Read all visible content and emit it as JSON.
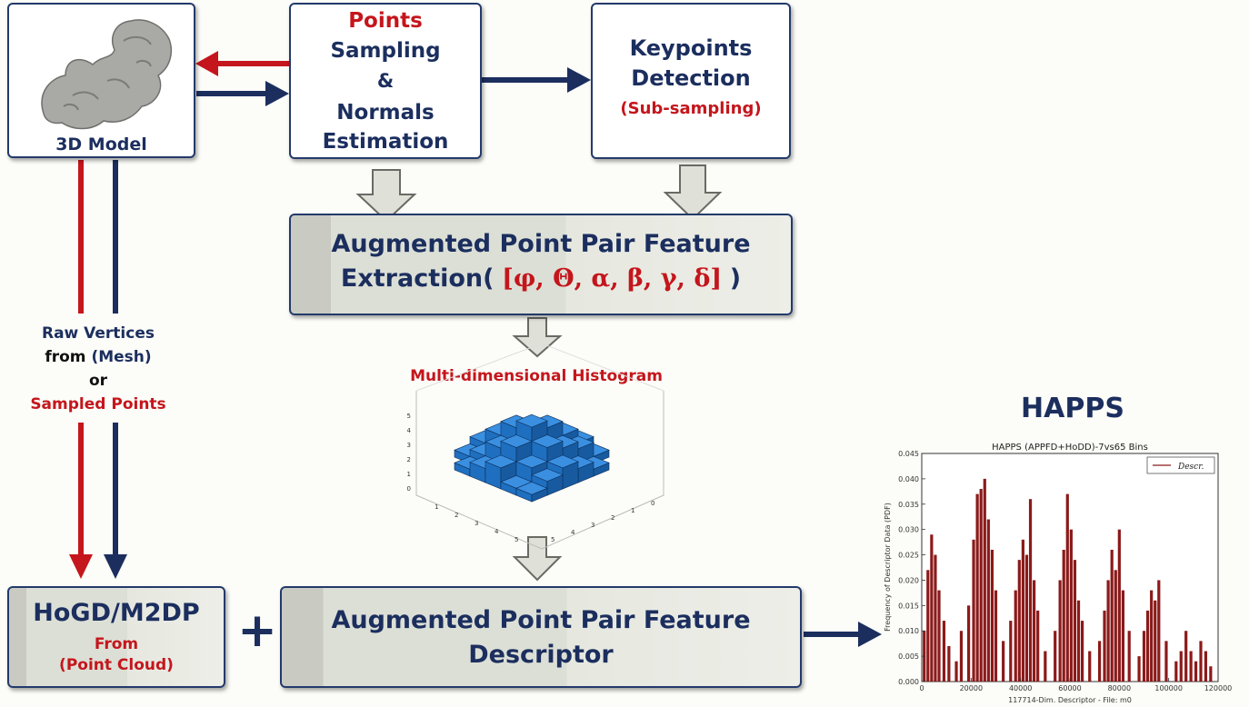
{
  "boxes": {
    "model": {
      "label": "3D Model"
    },
    "sampling": {
      "line1": "Points",
      "line2": "Sampling",
      "line3": "&",
      "line4": "Normals",
      "line5": "Estimation"
    },
    "keypoints": {
      "line1": "Keypoints",
      "line2": "Detection",
      "line3": "(Sub-sampling)"
    },
    "extraction": {
      "line1": "Augmented Point Pair Feature",
      "line2_prefix": "Extraction",
      "line2_paren_open": "(",
      "line2_features": "[φ, Θ, α, β, γ, δ]",
      "line2_paren_close": ")"
    },
    "hogd": {
      "title": "HoGD/M2DP",
      "from": "From",
      "source": "(Point Cloud)"
    },
    "descriptor": {
      "line1": "Augmented Point Pair Feature",
      "line2": "Descriptor"
    }
  },
  "side_label": {
    "line1": "Raw Vertices",
    "line2_a": "from",
    "line2_b": "(Mesh)",
    "line3": "or",
    "line4": "Sampled Points"
  },
  "histogram": {
    "title": "Multi-dimensional Histogram",
    "z_ticks": [
      "5",
      "4",
      "3",
      "2",
      "1",
      "0"
    ],
    "x_ticks": [
      "1",
      "2",
      "3",
      "4",
      "5"
    ],
    "y_ticks": [
      "0",
      "1",
      "2",
      "3",
      "4",
      "5"
    ]
  },
  "plus_sign": "+",
  "happs_title": "HAPPS",
  "chart_data": {
    "type": "bar",
    "title": "HAPPS (APPFD+HoDD)-7vs65 Bins",
    "xlabel": "117714-Dim. Descriptor - File: m0",
    "ylabel": "Frequency of Descriptor Data (PDF)",
    "xlim": [
      0,
      120000
    ],
    "ylim": [
      0,
      0.045
    ],
    "x_ticks": [
      "0",
      "20000",
      "40000",
      "60000",
      "80000",
      "100000",
      "120000"
    ],
    "y_ticks": [
      "0.000",
      "0.005",
      "0.010",
      "0.015",
      "0.020",
      "0.025",
      "0.030",
      "0.035",
      "0.040",
      "0.045"
    ],
    "legend": [
      "Descr."
    ],
    "legend_position": "top-right",
    "series": [
      {
        "name": "Descr.",
        "color": "#8b1a1a",
        "x": [
          1000,
          2500,
          4000,
          5500,
          7000,
          9000,
          11000,
          14000,
          16000,
          19000,
          21000,
          22500,
          24000,
          25500,
          27000,
          28500,
          30000,
          33000,
          36000,
          38000,
          39500,
          41000,
          42500,
          44000,
          45500,
          47000,
          50000,
          54000,
          56000,
          57500,
          59000,
          60500,
          62000,
          63500,
          65000,
          68000,
          72000,
          74000,
          75500,
          77000,
          78500,
          80000,
          81500,
          84000,
          88000,
          90000,
          91500,
          93000,
          94500,
          96000,
          99000,
          103000,
          105000,
          107000,
          109000,
          111000,
          113000,
          115000,
          117000
        ],
        "y": [
          0.01,
          0.022,
          0.029,
          0.025,
          0.018,
          0.012,
          0.007,
          0.004,
          0.01,
          0.015,
          0.028,
          0.037,
          0.038,
          0.04,
          0.032,
          0.026,
          0.018,
          0.008,
          0.012,
          0.018,
          0.024,
          0.028,
          0.025,
          0.036,
          0.02,
          0.014,
          0.006,
          0.01,
          0.02,
          0.026,
          0.037,
          0.03,
          0.024,
          0.016,
          0.012,
          0.006,
          0.008,
          0.014,
          0.02,
          0.026,
          0.022,
          0.03,
          0.018,
          0.01,
          0.005,
          0.01,
          0.014,
          0.018,
          0.016,
          0.02,
          0.008,
          0.004,
          0.006,
          0.01,
          0.006,
          0.004,
          0.008,
          0.006,
          0.003
        ]
      }
    ]
  }
}
